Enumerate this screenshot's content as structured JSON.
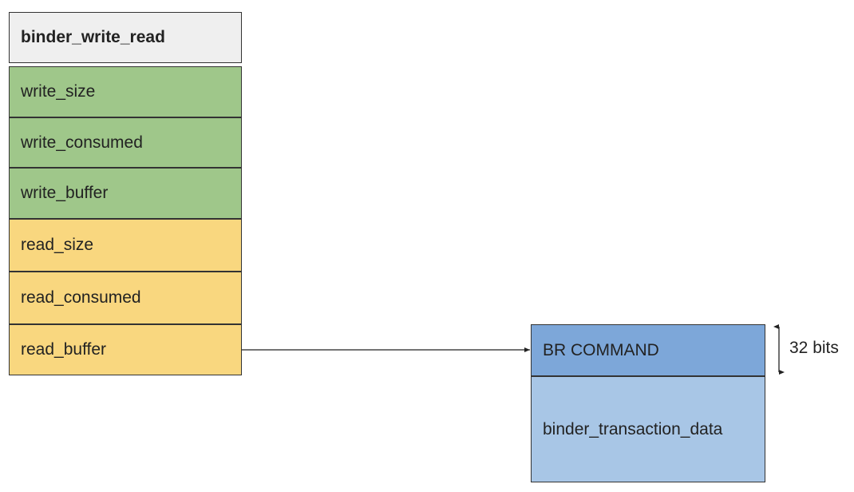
{
  "left_struct": {
    "title": "binder_write_read",
    "fields": [
      {
        "label": "write_size",
        "color": "#9fc78a"
      },
      {
        "label": "write_consumed",
        "color": "#9fc78a"
      },
      {
        "label": "write_buffer",
        "color": "#9fc78a"
      },
      {
        "label": "read_size",
        "color": "#f9d77f"
      },
      {
        "label": "read_consumed",
        "color": "#f9d77f"
      },
      {
        "label": "read_buffer",
        "color": "#f9d77f"
      }
    ]
  },
  "right_struct": {
    "command": "BR COMMAND",
    "data": "binder_transaction_data",
    "size_label": "32 bits"
  }
}
